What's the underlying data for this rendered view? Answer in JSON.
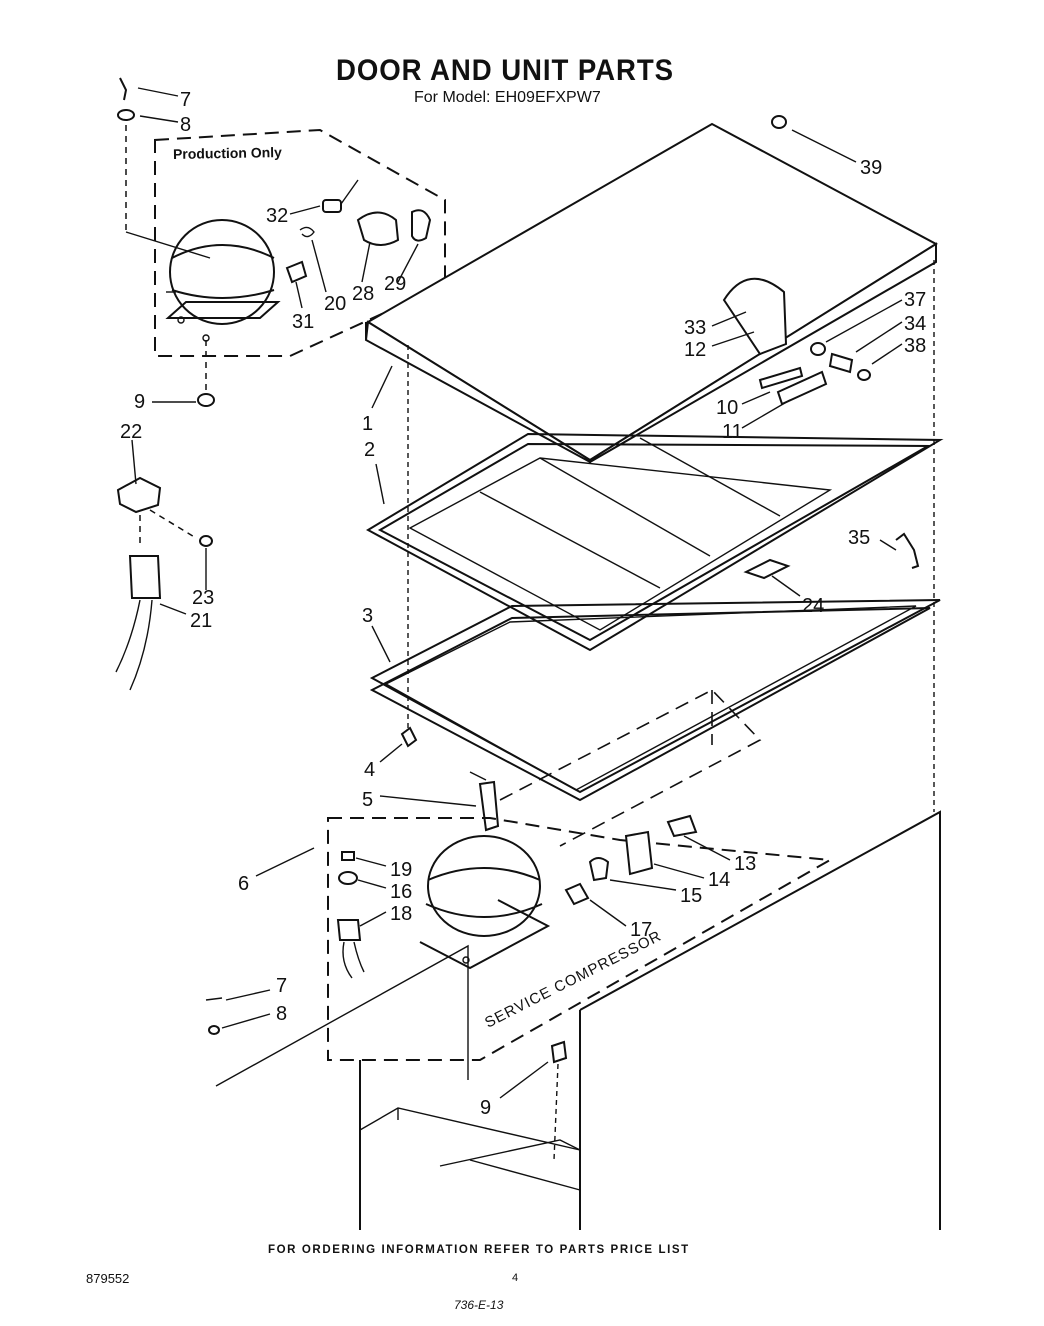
{
  "header": {
    "title": "DOOR AND UNIT PARTS",
    "model": "For Model: EH09EFXPW7"
  },
  "inset_label": "Production Only",
  "service_label": "SERVICE COMPRESSOR",
  "footer": {
    "ordering_note": "FOR ORDERING INFORMATION REFER TO PARTS PRICE LIST",
    "document_number": "879552",
    "page_number": "4",
    "code": "736-E-13"
  },
  "callouts": {
    "c7a": "7",
    "c8a": "8",
    "c32": "32",
    "c20": "20",
    "c28": "28",
    "c29": "29",
    "c31": "31",
    "c9a": "9",
    "c22": "22",
    "c23": "23",
    "c21": "21",
    "c39": "39",
    "c37": "37",
    "c34": "34",
    "c38": "38",
    "c33": "33",
    "c12": "12",
    "c10": "10",
    "c11": "11",
    "c1": "1",
    "c2": "2",
    "c35": "35",
    "c24": "24",
    "c3": "3",
    "c4": "4",
    "c5": "5",
    "c6": "6",
    "c19": "19",
    "c16": "16",
    "c18": "18",
    "c13": "13",
    "c14": "14",
    "c15": "15",
    "c17": "17",
    "c7b": "7",
    "c8b": "8",
    "c9b": "9"
  }
}
